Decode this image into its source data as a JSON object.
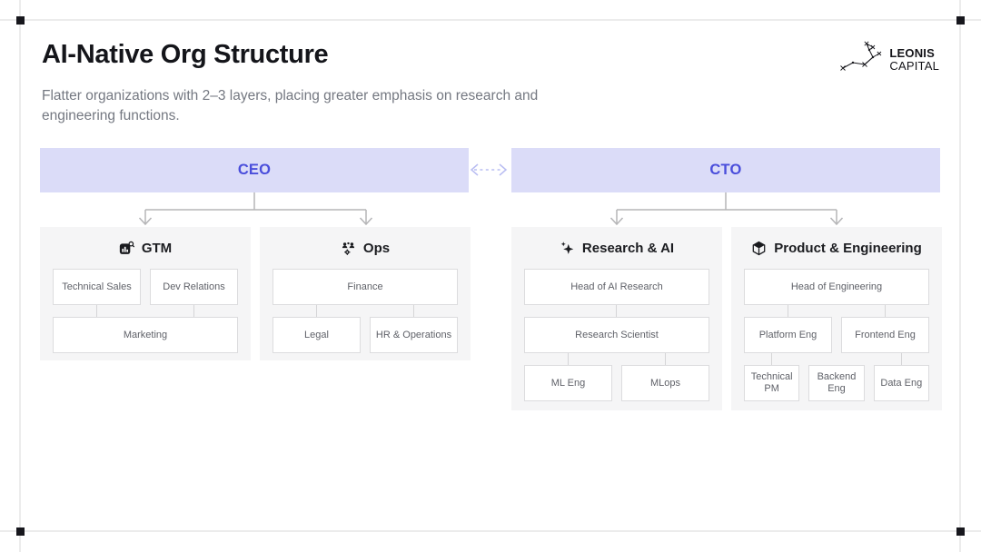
{
  "page": {
    "title": "AI-Native Org Structure",
    "subtitle": "Flatter organizations with 2–3 layers, placing greater emphasis on research and engineering functions."
  },
  "logo": {
    "line1": "LEONIS",
    "line2": "CAPITAL"
  },
  "colors": {
    "exec_bg": "#dbdcf8",
    "exec_text": "#4a4edb",
    "group_bg": "#f5f5f6",
    "node_border": "#dcdcde",
    "node_text": "#5f6168",
    "connector": "#b5b5b7",
    "dashed_link": "#b9bdf2",
    "guide_line": "#ececec",
    "handle": "#17171d"
  },
  "org": {
    "executives": [
      {
        "label": "CEO"
      },
      {
        "label": "CTO"
      }
    ],
    "groups": [
      {
        "header": "GTM",
        "icon": "analytics-search-icon",
        "boxes": [
          "Technical Sales",
          "Dev Relations",
          "Marketing"
        ]
      },
      {
        "header": "Ops",
        "icon": "team-gear-icon",
        "boxes": [
          "Finance",
          "Legal",
          "HR & Operations"
        ]
      },
      {
        "header": "Research & AI",
        "icon": "sparkles-icon",
        "boxes": [
          "Head of AI Research",
          "Research Scientist",
          "ML Eng",
          "MLops"
        ]
      },
      {
        "header": "Product & Engineering",
        "icon": "cube-icon",
        "boxes": [
          "Head of Engineering",
          "Platform Eng",
          "Frontend Eng",
          "Technical PM",
          "Backend Eng",
          "Data Eng"
        ]
      }
    ]
  }
}
